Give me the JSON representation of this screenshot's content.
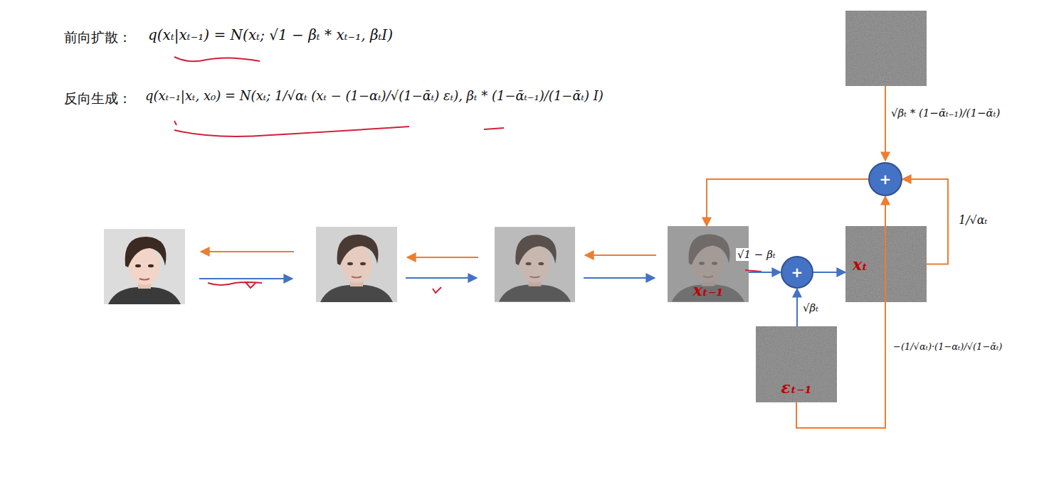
{
  "diagram": {
    "nodes": [
      {
        "text": [
          "xₜ₋₁"
        ]
      },
      {
        "text": [
          "+"
        ]
      },
      {
        "text": [
          "xₜ"
        ]
      },
      {
        "text": [
          "εₜ₋₁"
        ]
      },
      {
        "text": [
          "+"
        ]
      }
    ],
    "edges": [
      {
        "from": 0,
        "to": 1,
        "label": "√1 − βₜ",
        "arrow": "to"
      },
      {
        "from": 3,
        "to": 1,
        "label": "√βₜ",
        "arrow": "to"
      },
      {
        "from": 1,
        "to": 2,
        "arrow": "to"
      },
      {
        "from": 2,
        "to": 4,
        "label": "1/√αₜ",
        "arrow": "to"
      },
      {
        "from": 3,
        "to": 4,
        "label": "−(1/√αₜ)·(1−αₜ)/√(1−ᾱₜ)",
        "arrow": "to"
      },
      {
        "from": 4,
        "to": 0,
        "arrow": "to"
      }
    ],
    "labels": [
      "前向扩散：",
      "q(xₜ|xₜ₋₁) = N(xₜ; √1 − βₜ * xₜ₋₁, βₜI)",
      "反向生成：",
      "q(xₜ₋₁|xₜ, x₀) = N(xₜ; 1/√αₜ (xₜ − (1−αₜ)/√(1−ᾱₜ) εₜ), βₜ * (1−ᾱₜ₋₁)/(1−ᾱₜ) I)",
      "√βₜ * (1−ᾱₜ₋₁)/(1−ᾱₜ)"
    ]
  }
}
